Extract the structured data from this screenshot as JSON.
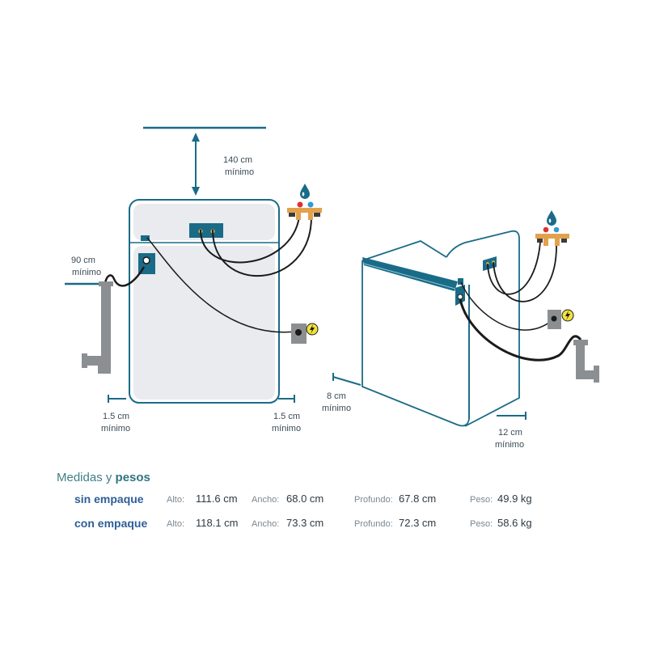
{
  "diagram": {
    "front_labels": {
      "top_clearance_value": "140 cm",
      "top_clearance_note": "mínimo",
      "side_clearance_value": "90 cm",
      "side_clearance_note": "mínimo",
      "left_gap_value": "1.5 cm",
      "left_gap_note": "mínimo",
      "right_gap_value": "1.5 cm",
      "right_gap_note": "mínimo"
    },
    "side_labels": {
      "front_gap_value": "8 cm",
      "front_gap_note": "mínimo",
      "back_gap_value": "12 cm",
      "back_gap_note": "mínimo"
    },
    "icons": [
      "water-drop-icon",
      "hot-valve-icon",
      "cold-valve-icon",
      "electric-outlet-icon",
      "lightning-icon",
      "drain-pipe-icon"
    ],
    "colors": {
      "accent": "#1a6b87",
      "panel": "#e9ebee",
      "hose": "#1b1b1b",
      "hot": "#e0312f",
      "cold": "#2f9ad6",
      "lightning": "#f2e23a"
    }
  },
  "specs": {
    "title_part1": "Medidas y",
    "title_part2": "pesos",
    "labels": {
      "alto": "Alto:",
      "ancho": "Ancho:",
      "profundo": "Profundo:",
      "peso": "Peso:"
    },
    "rows": [
      {
        "label": "sin empaque",
        "alto": "111.6 cm",
        "ancho": "68.0 cm",
        "profundo": "67.8 cm",
        "peso": "49.9 kg"
      },
      {
        "label": "con empaque",
        "alto": "118.1 cm",
        "ancho": "73.3 cm",
        "profundo": "72.3 cm",
        "peso": "58.6 kg"
      }
    ]
  }
}
